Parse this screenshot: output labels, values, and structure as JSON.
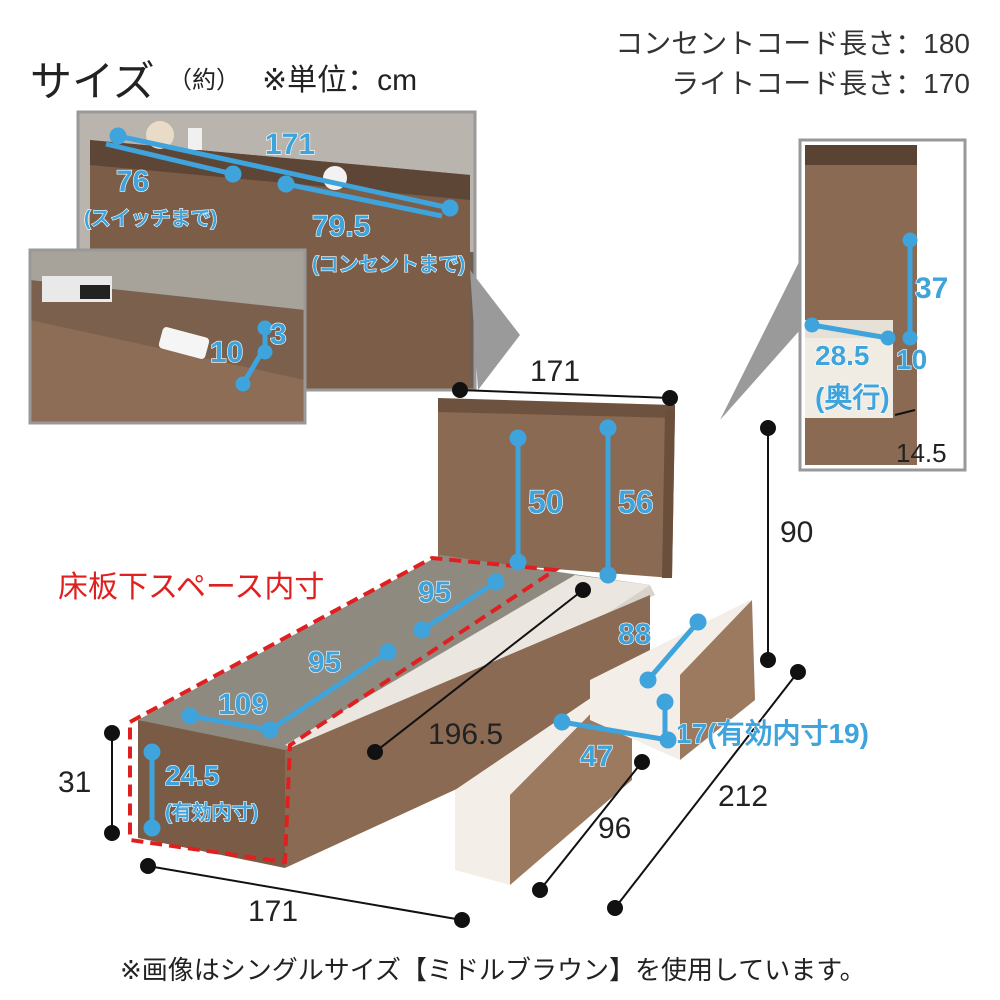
{
  "header": {
    "title": "サイズ",
    "title_approx": "（約）",
    "unit_note": "※単位：cm"
  },
  "cords": {
    "outlet_cord": "コンセントコード長さ：180",
    "light_cord": "ライトコード長さ：170"
  },
  "inset_top": {
    "width": "171",
    "to_switch_value": "76",
    "to_switch_label": "(スイッチまで)",
    "to_outlet_value": "79.5",
    "to_outlet_label": "(コンセントまで)"
  },
  "inset_small": {
    "depth_a": "10",
    "depth_b": "3"
  },
  "inset_side": {
    "height": "37",
    "shelf_depth_value": "28.5",
    "shelf_depth_label": "(奥行)",
    "shelf_height": "10",
    "bottom": "14.5"
  },
  "main": {
    "headboard_width": "171",
    "headboard_h1": "50",
    "headboard_h2": "56",
    "total_height": "90",
    "under_space_label": "床板下スペース内寸",
    "space_95_a": "95",
    "space_95_b": "95",
    "space_109": "109",
    "space_24_5": "24.5",
    "space_24_5_label": "(有効内寸)",
    "side_height": "31",
    "bed_length_inner": "196.5",
    "drawer_88": "88",
    "drawer_47": "47",
    "drawer_17": "17(有効内寸19)",
    "drawer_96": "96",
    "total_length": "212",
    "front_width": "171"
  },
  "footer": {
    "note": "※画像はシングルサイズ【ミドルブラウン】を使用しています。"
  },
  "colors": {
    "dimension_blue": "#3fa3dc",
    "wood": "#8a6a52",
    "wood_dark": "#6e5240",
    "board_white": "#eae6df",
    "red_dashed": "#e02020"
  }
}
